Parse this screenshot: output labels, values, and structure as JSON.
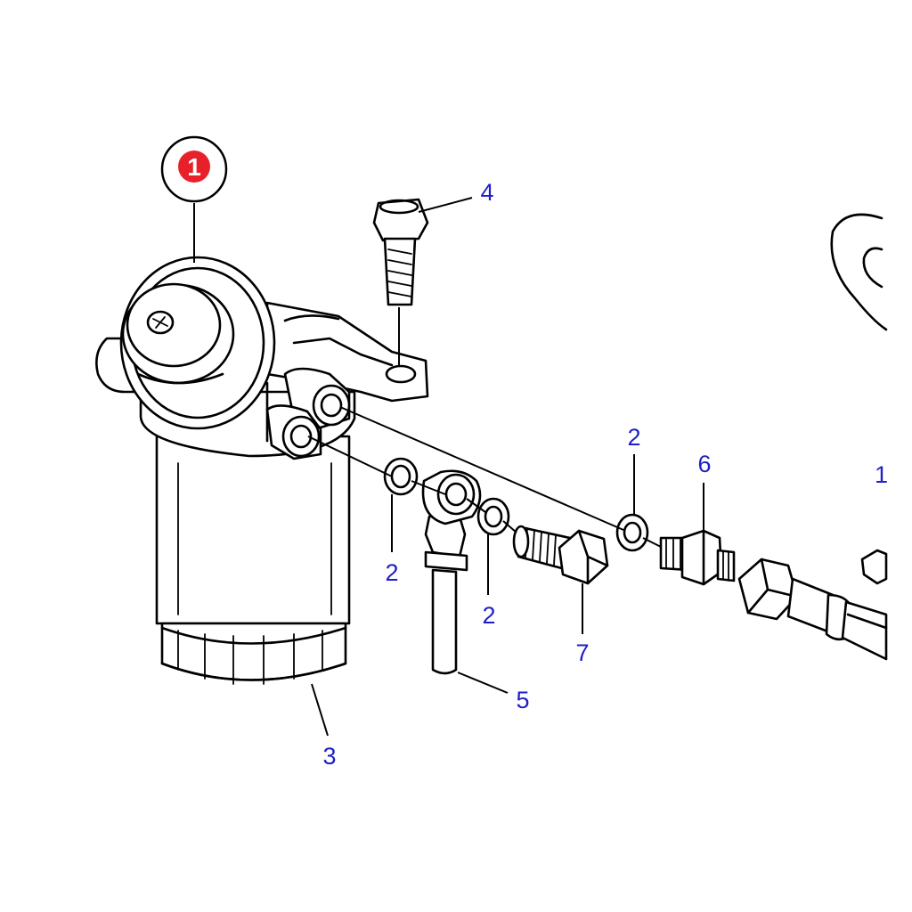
{
  "callout": {
    "number": "1",
    "badge_color": "#e8202a"
  },
  "labels": {
    "washer_a": "2",
    "washer_b": "2",
    "washer_c": "2",
    "filter": "3",
    "bolt": "4",
    "pipe": "5",
    "fitting": "6",
    "banjo_bolt": "7",
    "edge": "1"
  },
  "colors": {
    "label": "#1f1fc8",
    "line": "#000000"
  }
}
